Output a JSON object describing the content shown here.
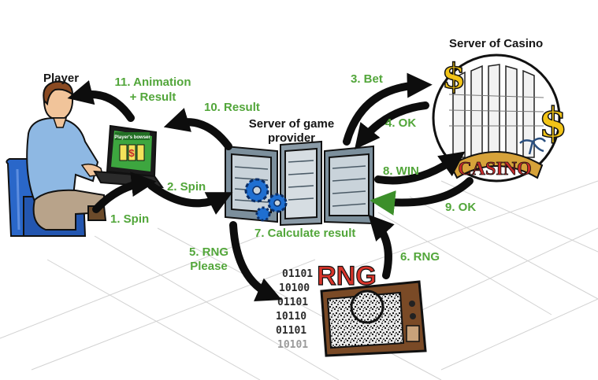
{
  "nodes": {
    "player": "Player",
    "game_provider_line1": "Server of game",
    "game_provider_line2": "provider",
    "casino_server": "Server of Casino",
    "casino_sign": "CASINO",
    "rng_sign": "RNG",
    "browser_title": "Player's bowser"
  },
  "steps": {
    "s1": "1. Spin",
    "s2": "2. Spin",
    "s3": "3. Bet",
    "s4": "4. OK",
    "s5_line1": "5. RNG",
    "s5_line2": "Please",
    "s6": "6. RNG",
    "s7": "7. Calculate result",
    "s8": "8. WIN",
    "s9": "9. OK",
    "s10": "10. Result",
    "s11_line1": "11. Animation",
    "s11_line2": "+ Result"
  },
  "binary_stream": [
    "01101",
    "10100",
    "01101",
    "10110",
    "01101",
    "10101"
  ],
  "colors": {
    "step_label": "#52a63a",
    "node_label": "#151515",
    "rng_red": "#d8342a",
    "casino_red": "#c62a2a",
    "dollar_gold": "#f2c417",
    "gear_blue": "#1f6fd1",
    "chair_blue": "#2a67c9",
    "shirt_blue": "#8eb8e3"
  },
  "icons": [
    "player-icon",
    "laptop-icon",
    "server-icon",
    "gear-icon",
    "casino-building-icon",
    "dollar-icon",
    "tv-icon",
    "chair-icon"
  ]
}
